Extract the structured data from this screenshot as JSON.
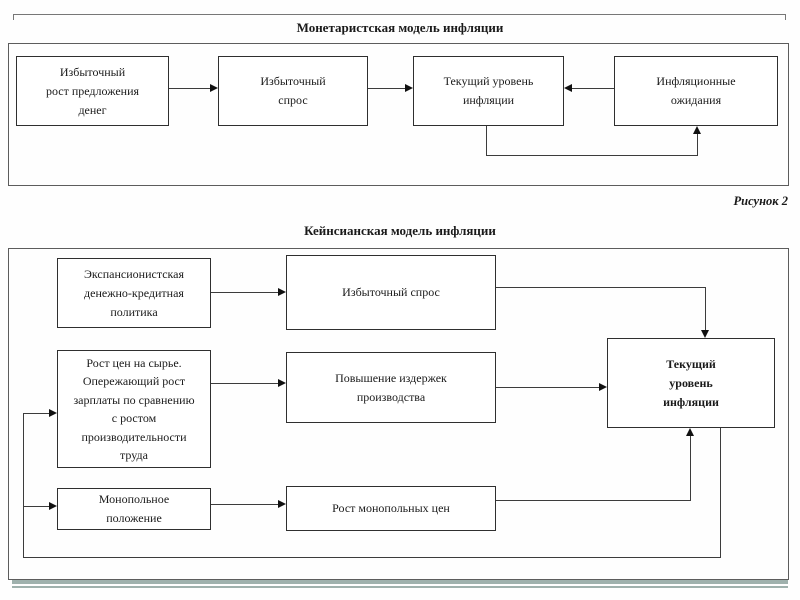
{
  "colors": {
    "accent_bar": "#9fb1ad",
    "line": "#3c3c3c",
    "arrow": "#111111",
    "box_border": "#2f2f2f",
    "frame_border": "#5c5c5c",
    "text": "#1a1a1a"
  },
  "monetarist": {
    "title": "Монетаристская модель инфляции",
    "caption": "Рисунок 2",
    "nodes": {
      "excess_money_growth": "Избыточный\nрост предложения\nденег",
      "excess_demand": "Избыточный\nспрос",
      "current_inflation": "Текущий уровень\nинфляции",
      "inflation_expectations": "Инфляционные\nожидания"
    }
  },
  "keynesian": {
    "title": "Кейнсианская модель инфляции",
    "nodes": {
      "expansionary_policy": "Экспансионистская\nденежно-кредитная\nполитика",
      "raw_materials_wages": "Рост цен на сырье.\nОпережающий рост\nзарплаты по сравнению\nс ростом\nпроизводительности\nтруда",
      "monopoly_position": "Монопольное\nположение",
      "excess_demand": "Избыточный спрос",
      "production_costs": "Повышение издержек\nпроизводства",
      "monopoly_prices": "Рост монопольных цен",
      "current_inflation": "Текущий\nуровень\nинфляции"
    }
  }
}
